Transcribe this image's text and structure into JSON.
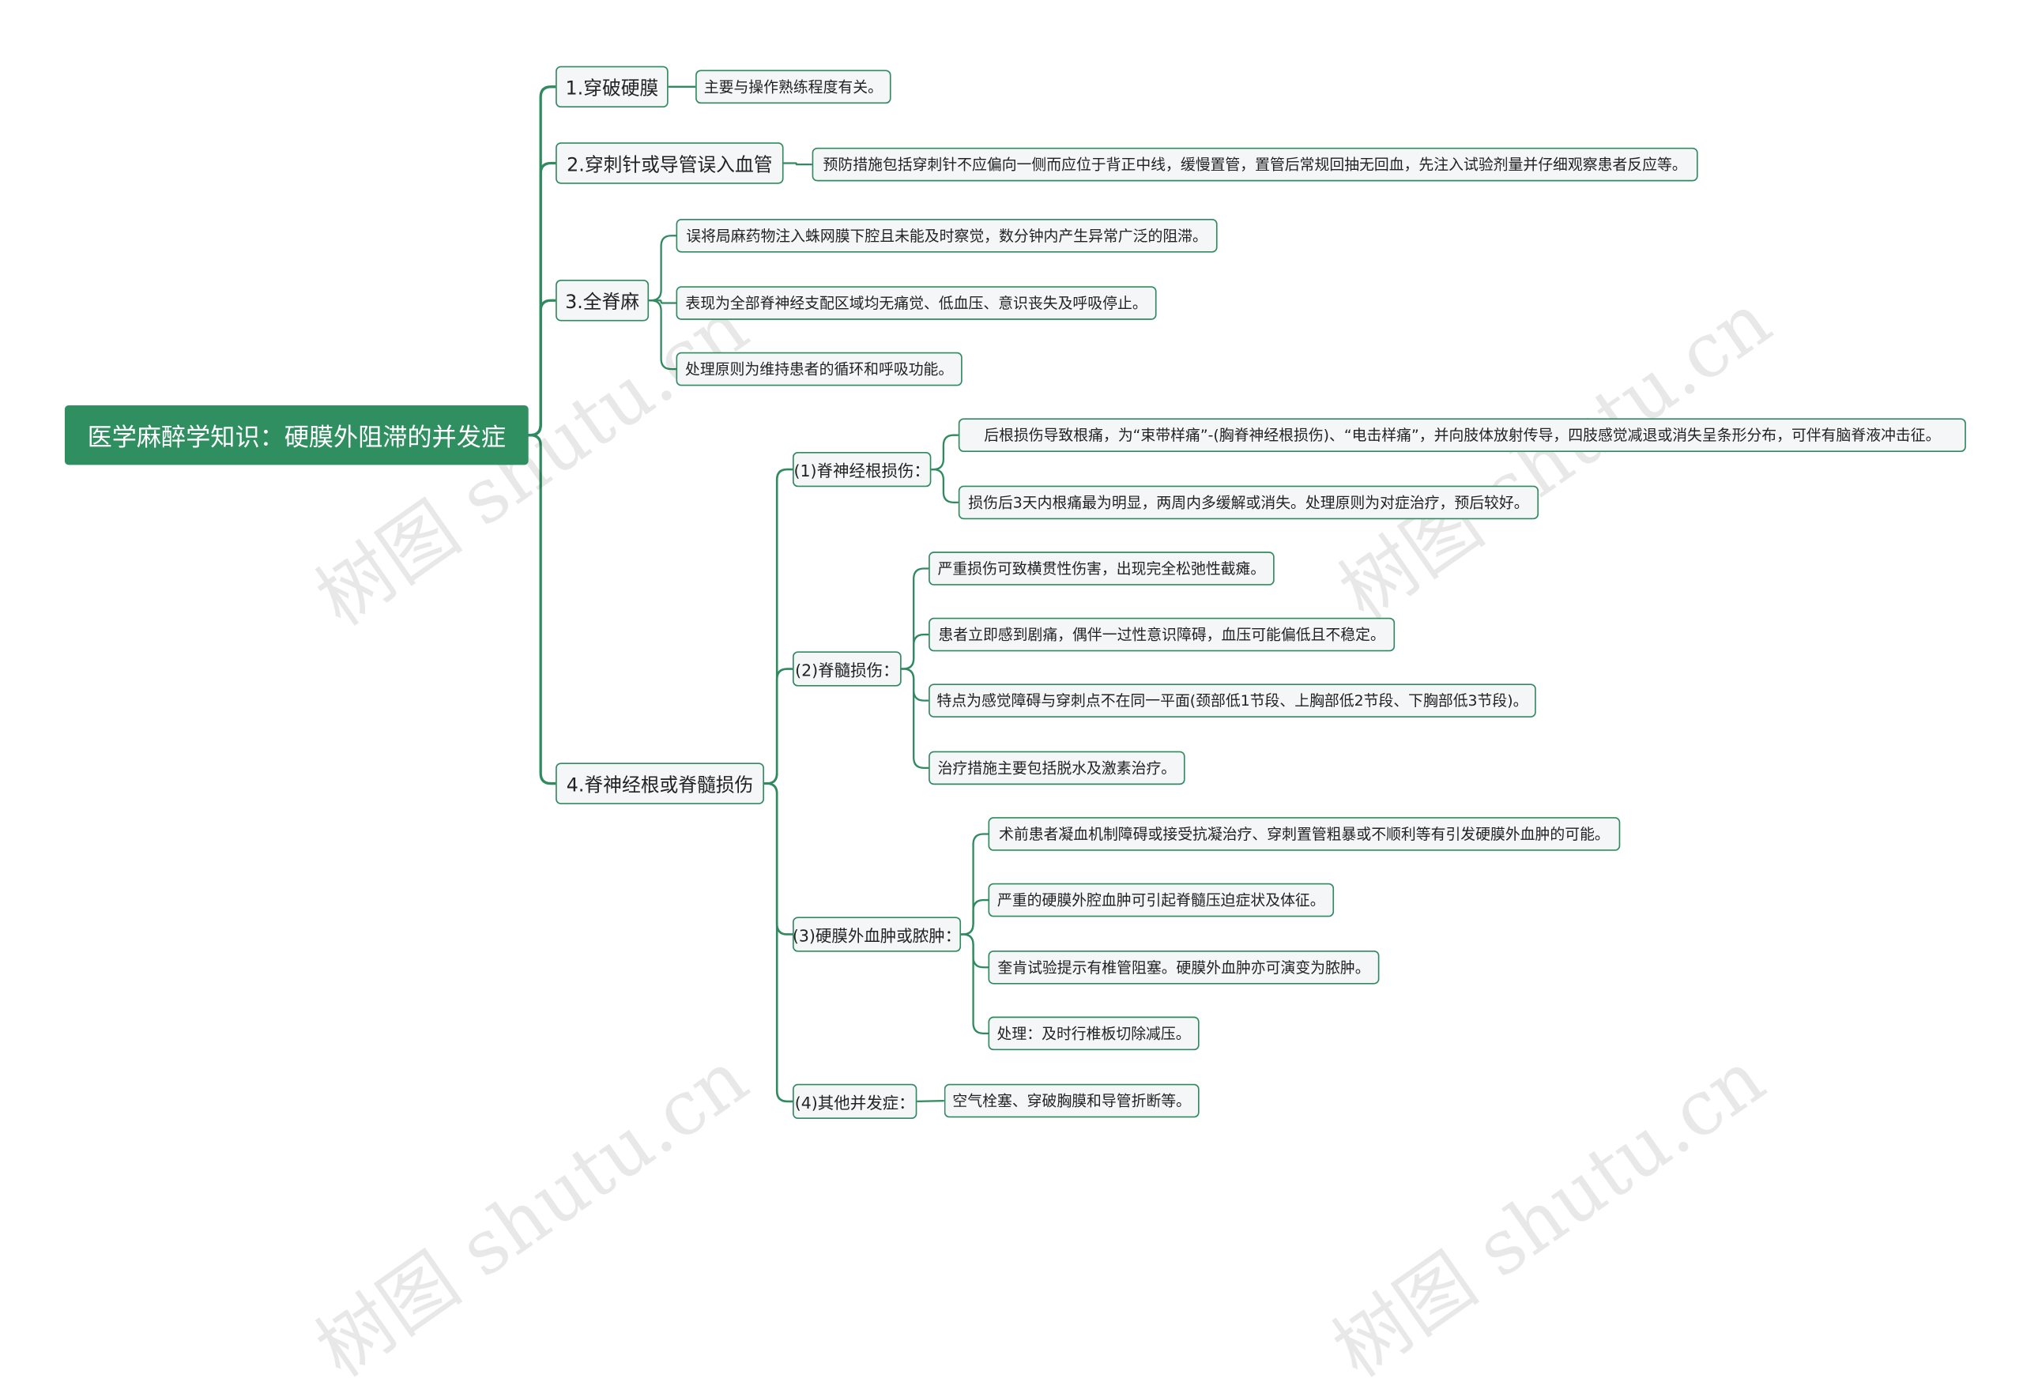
{
  "watermark": "树图 shutu.cn",
  "colors": {
    "root_bg": "#2f8f60",
    "line": "#2f8a5f",
    "node_bg": "#f4f6f7"
  },
  "root": {
    "label": "医学麻醉学知识：硬膜外阻滞的并发症"
  },
  "b1": {
    "label": "1.穿破硬膜",
    "items": [
      "主要与操作熟练程度有关。"
    ]
  },
  "b2": {
    "label": "2.穿刺针或导管误入血管",
    "items": [
      "预防措施包括穿刺针不应偏向一侧而应位于背正中线，缓慢置管，置管后常规回抽无回血，先注入试验剂量并仔细观察患者反应等。"
    ]
  },
  "b3": {
    "label": "3.全脊麻",
    "items": [
      "误将局麻药物注入蛛网膜下腔且未能及时察觉，数分钟内产生异常广泛的阻滞。",
      "表现为全部脊神经支配区域均无痛觉、低血压、意识丧失及呼吸停止。",
      "处理原则为维持患者的循环和呼吸功能。"
    ]
  },
  "b4": {
    "label": "4.脊神经根或脊髓损伤",
    "subs": [
      {
        "label": "(1)脊神经根损伤：",
        "items": [
          "后根损伤导致根痛，为“束带样痛”-(胸脊神经根损伤)、“电击样痛”，并向肢体放射传导，四肢感觉减退或消失呈条形分布，可伴有脑脊液冲击征。",
          "损伤后3天内根痛最为明显，两周内多缓解或消失。处理原则为对症治疗，预后较好。"
        ]
      },
      {
        "label": "(2)脊髓损伤：",
        "items": [
          "严重损伤可致横贯性伤害，出现完全松弛性截瘫。",
          "患者立即感到剧痛，偶伴一过性意识障碍，血压可能偏低且不稳定。",
          "特点为感觉障碍与穿刺点不在同一平面(颈部低1节段、上胸部低2节段、下胸部低3节段)。",
          "治疗措施主要包括脱水及激素治疗。"
        ]
      },
      {
        "label": "(3)硬膜外血肿或脓肿：",
        "items": [
          "术前患者凝血机制障碍或接受抗凝治疗、穿刺置管粗暴或不顺利等有引发硬膜外血肿的可能。",
          "严重的硬膜外腔血肿可引起脊髓压迫症状及体征。",
          "奎肯试验提示有椎管阻塞。硬膜外血肿亦可演变为脓肿。",
          "处理：及时行椎板切除减压。"
        ]
      },
      {
        "label": "(4)其他并发症：",
        "items": [
          "空气栓塞、穿破胸膜和导管折断等。"
        ]
      }
    ]
  }
}
